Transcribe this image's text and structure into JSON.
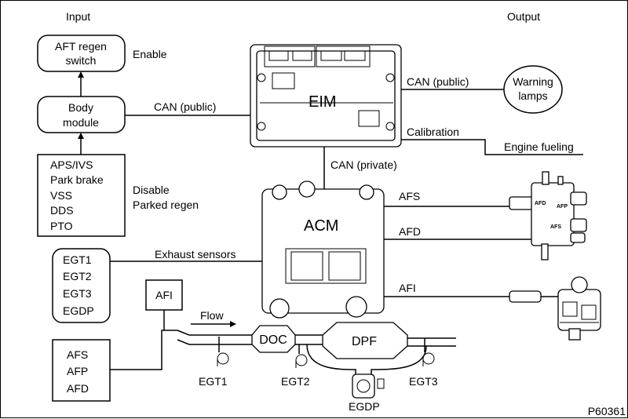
{
  "headers": {
    "input": "Input",
    "output": "Output"
  },
  "inputs": {
    "aft_regen_switch": [
      "AFT regen",
      "switch"
    ],
    "enable": "Enable",
    "body_module": [
      "Body",
      "module"
    ],
    "disable_inputs": [
      "APS/IVS",
      "Park brake",
      "VSS",
      "DDS",
      "PTO"
    ],
    "disable_label": [
      "Disable",
      "Parked regen"
    ],
    "egt_inputs": [
      "EGT1",
      "EGT2",
      "EGT3",
      "EGDP"
    ],
    "afi": "AFI",
    "afs_inputs": [
      "AFS",
      "AFP",
      "AFD"
    ]
  },
  "modules": {
    "eim": "EIM",
    "acm": "ACM"
  },
  "links": {
    "can_public_in": "CAN (public)",
    "can_public_out": "CAN (public)",
    "calibration": "Calibration",
    "engine_fueling": "Engine fueling",
    "can_private": "CAN (private)",
    "exhaust_sensors": "Exhaust sensors",
    "afs": "AFS",
    "afd": "AFD",
    "afi": "AFI",
    "flow": "Flow"
  },
  "outputs": {
    "warning_lamps": [
      "Warning",
      "lamps"
    ]
  },
  "valve_labels": {
    "afd": "AFD",
    "afp": "AFP",
    "afs": "AFS"
  },
  "exhaust": {
    "doc": "DOC",
    "dpf": "DPF",
    "egt1": "EGT1",
    "egt2": "EGT2",
    "egt3": "EGT3",
    "egdp": "EGDP"
  },
  "figure_id": "P60361"
}
